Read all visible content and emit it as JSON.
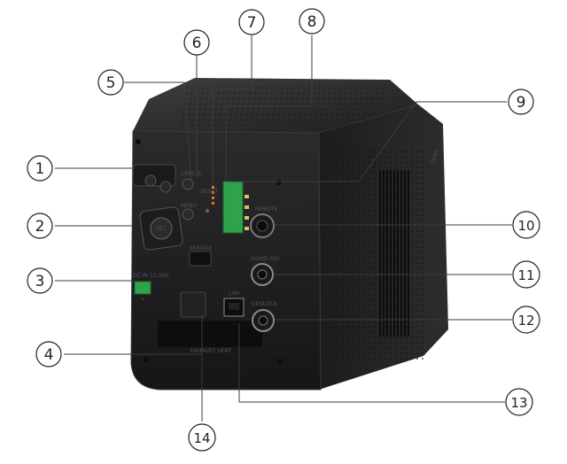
{
  "diagram": {
    "device_labels": {
      "cancel": "CANCEL",
      "reset": "RESET",
      "menu": "MENU",
      "set": "SET",
      "service": "SERVICE",
      "dc_in": "DC IN 12-30V",
      "polarity": "– +",
      "remote": "REMOTE",
      "sdi": "3G/HD-SDI",
      "genlock": "GENLOCK",
      "lan": "LAN",
      "exhaust": "EXHAUST VENT",
      "brand": "SONY"
    },
    "callouts": [
      "1",
      "2",
      "3",
      "4",
      "5",
      "6",
      "7",
      "8",
      "9",
      "10",
      "11",
      "12",
      "13",
      "14"
    ]
  }
}
